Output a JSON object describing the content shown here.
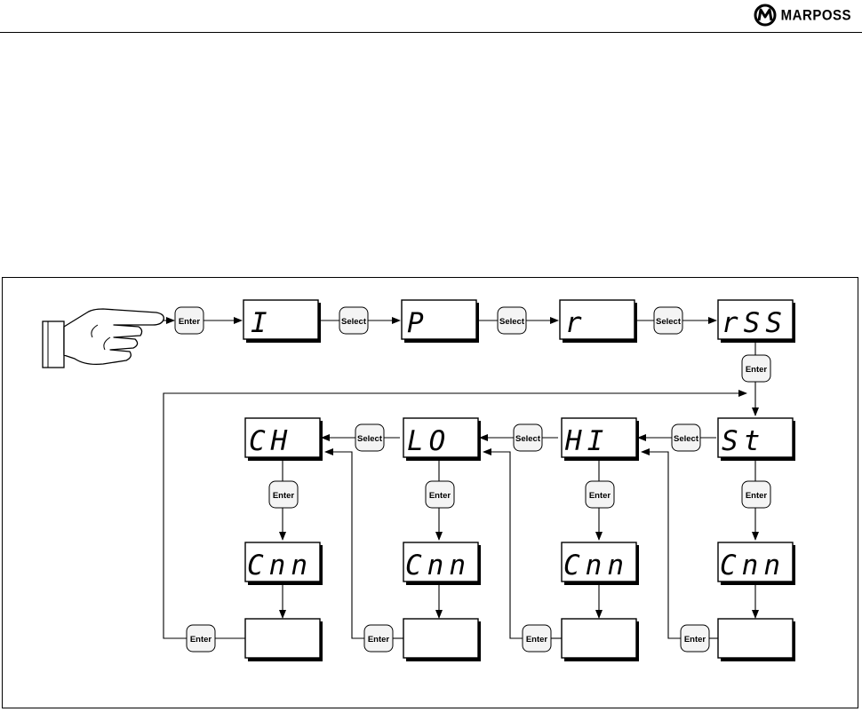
{
  "brand": {
    "name": "MARPOSS"
  },
  "keys": {
    "enter": "Enter",
    "select": "Select"
  },
  "displays": {
    "row1": [
      "I",
      "P",
      "r",
      "rSS"
    ],
    "row2": [
      "CH",
      "LO",
      "HI",
      "St"
    ],
    "row3": [
      "Cnn",
      "Cnn",
      "Cnn",
      "Cnn"
    ],
    "row4": [
      "",
      "",
      "",
      ""
    ]
  }
}
